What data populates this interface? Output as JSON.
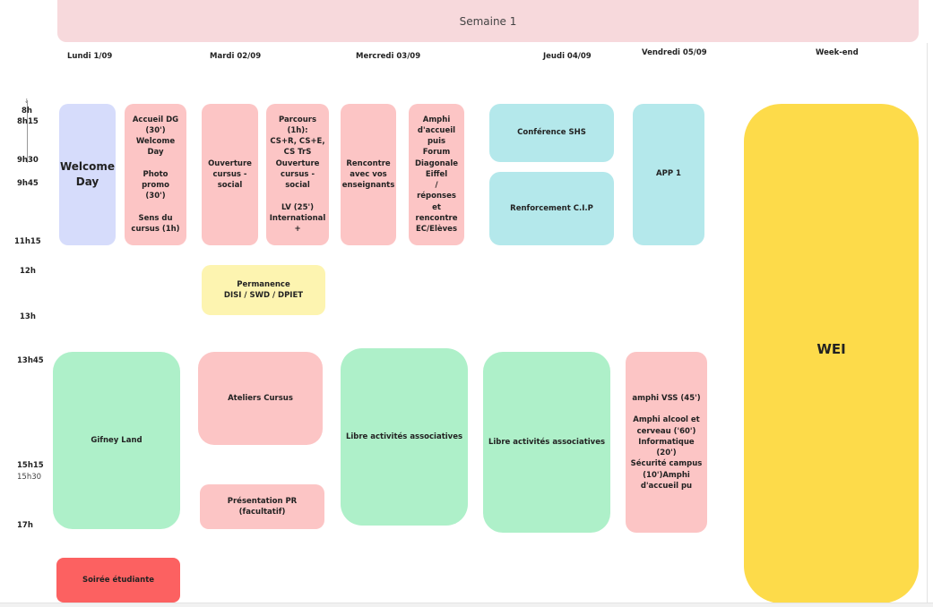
{
  "week_title": "Semaine 1",
  "days": [
    "Lundi 1/09",
    "Mardi 02/09",
    "Mercredi 03/09",
    "Jeudi 04/09",
    "Vendredi 05/09",
    "Week-end"
  ],
  "times": [
    "8h",
    "8h15",
    "9h30",
    "9h45",
    "11h15",
    "12h",
    "13h",
    "13h45",
    "15h15",
    "15h30",
    "17h"
  ],
  "events": {
    "welcome_day": "Welcome\nDay",
    "accueil_dg": "Accueil DG\n(30') Welcome\nDay\n\nPhoto promo\n(30')\n\nSens du\ncursus (1h)",
    "ouverture_cursus_1": "Ouverture\ncursus -\nsocial",
    "parcours": "Parcours (1h):\nCS+R, CS+E,\nCS TrS\nOuverture\ncursus -\nsocial\n\nLV (25')\nInternational\n+",
    "rencontre_enseignants": "Rencontre\navec vos\nenseignants",
    "amphi_accueil": "Amphi\nd'accueil\npuis\nForum\nDiagonale\nEiffel\n/\nréponses et\nrencontre\nEC/Elèves",
    "conference_shs": "Conférence SHS",
    "renforcement_cip": "Renforcement C.I.P",
    "app1": "APP 1",
    "wei": "WEI",
    "permanence": "Permanence\nDISI / SWD / DPIET",
    "gifney_land": "Gifney Land",
    "ateliers_cursus": "Ateliers Cursus",
    "libre_mercredi": "Libre activités  associatives",
    "libre_jeudi": "Libre activités  associatives",
    "amphi_vss": "amphi VSS (45')\n\nAmphi alcool et\ncerveau ('60')\nInformatique (20')\nSécurité campus\n(10')Amphi\nd'accueil pu",
    "presentation_pr": "Présentation PR (facultatif)",
    "soiree_etudiante": "Soirée étudiante"
  },
  "colors": {
    "banner": "#f7d9dc",
    "lavender": "#d6dcfb",
    "pink": "#fcc5c5",
    "cyan": "#b4e8eb",
    "yellow": "#fddb4a",
    "light_yellow": "#fdf4b0",
    "green": "#aef0c9",
    "red": "#fc6161"
  }
}
